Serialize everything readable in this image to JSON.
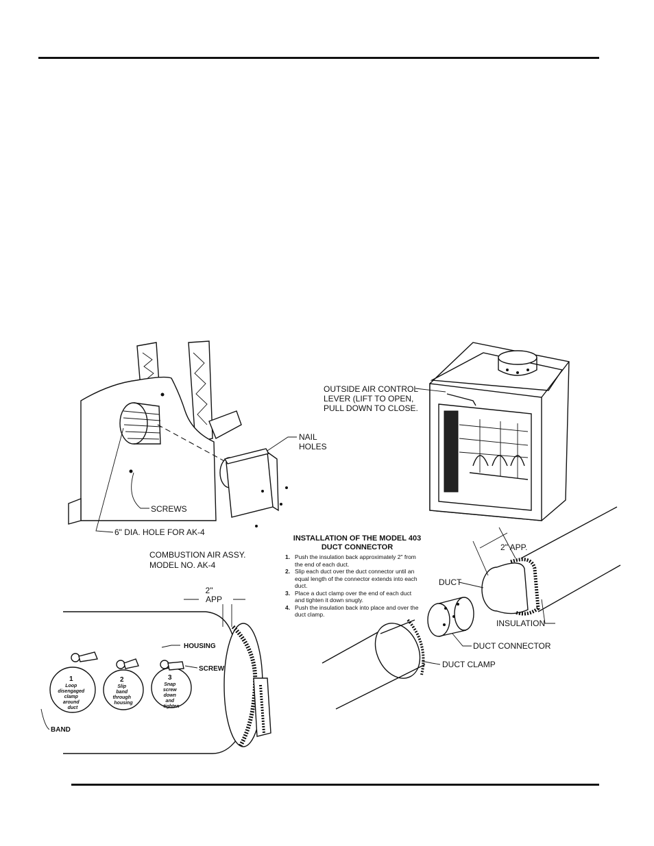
{
  "combustion": {
    "nail_holes": "NAIL\nHOLES",
    "screws": "SCREWS",
    "hole": "6\" DIA. HOLE FOR AK-4",
    "caption_1": "COMBUSTION AIR ASSY.",
    "caption_2": "MODEL NO. AK-4"
  },
  "fireplace": {
    "lever_1": "OUTSIDE AIR CONTROL",
    "lever_2": "LEVER (LIFT TO OPEN,",
    "lever_3": "PULL DOWN TO CLOSE."
  },
  "instructions": {
    "title_1": "INSTALLATION OF THE MODEL 403",
    "title_2": "DUCT CONNECTOR",
    "steps": [
      {
        "num": "1.",
        "text": "Push the insulation back approximately 2\" from the end of each duct."
      },
      {
        "num": "2.",
        "text": "Slip each duct over the duct connector until an equal length of the connector extends into each duct."
      },
      {
        "num": "3.",
        "text": "Place a duct clamp over the end of each duct and tighten it down snugly."
      },
      {
        "num": "4.",
        "text": "Push the insulation back into place and over the duct clamp."
      }
    ]
  },
  "duct": {
    "two_in": "2\" APP.",
    "duct": "DUCT",
    "insulation": "INSULATION",
    "connector": "DUCT CONNECTOR",
    "clamp": "DUCT CLAMP"
  },
  "clamp_detail": {
    "two_in_1": "2\"",
    "two_in_2": "APP",
    "housing": "HOUSING",
    "screw": "SCREW",
    "band": "BAND",
    "step1": [
      "1",
      "Loop",
      "disengaged",
      "clamp",
      "around",
      "duct"
    ],
    "step2": [
      "2",
      "Slip",
      "band",
      "through",
      "housing"
    ],
    "step3": [
      "3",
      "Snap",
      "screw",
      "down",
      "and",
      "tighten"
    ]
  }
}
